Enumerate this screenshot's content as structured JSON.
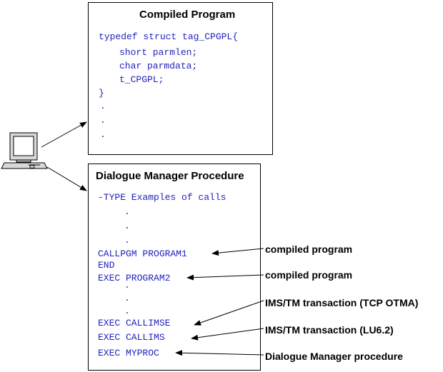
{
  "compiled_box": {
    "title": "Compiled Program",
    "lines": [
      "typedef struct tag_CPGPL{",
      "short parmlen;",
      "char parmdata;",
      "t_CPGPL;",
      "}",
      ".",
      ".",
      "."
    ]
  },
  "dm_box": {
    "title": "Dialogue Manager Procedure",
    "lines": [
      "-TYPE Examples of calls",
      ".",
      ".",
      ".",
      "CALLPGM PROGRAM1",
      "END",
      "EXEC PROGRAM2",
      ".",
      ".",
      ".",
      "EXEC CALLIMSE",
      "EXEC CALLIMS",
      "EXEC MYPROC"
    ]
  },
  "callouts": [
    "compiled program",
    "compiled program",
    "IMS/TM transaction (TCP OTMA)",
    "IMS/TM transaction (LU6.2)",
    "Dialogue Manager procedure"
  ],
  "colors": {
    "code": "#1f1fbf",
    "border": "#000000"
  },
  "icons": {
    "computer": "computer-terminal-icon"
  }
}
